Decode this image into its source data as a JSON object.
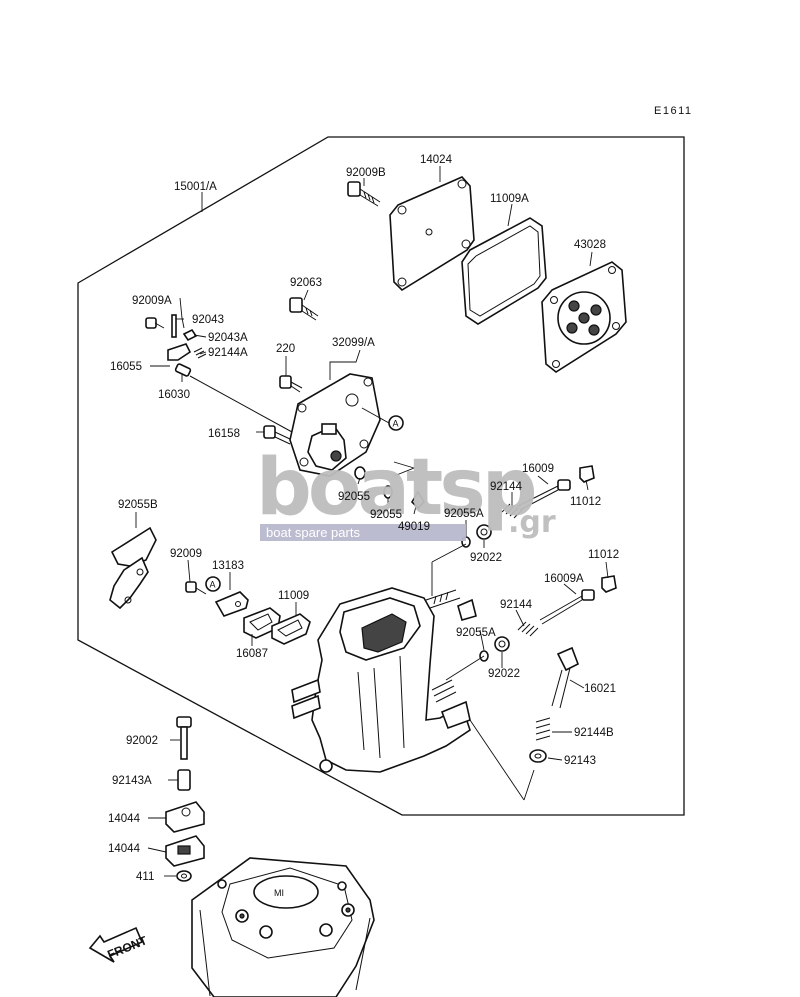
{
  "diagram_code": "E1611",
  "watermark": {
    "logo": "boatsp",
    "tld": ".gr",
    "tagline": "boat spare parts"
  },
  "front_label": "FRONT",
  "ref_marker": "A",
  "labels": {
    "p92009B": "92009B",
    "p14024": "14024",
    "p15001A": "15001/A",
    "p11009A": "11009A",
    "p43028": "43028",
    "p92063": "92063",
    "p92009A": "92009A",
    "p92043": "92043",
    "p92043A": "92043A",
    "p92144A": "92144A",
    "p16055": "16055",
    "p16030": "16030",
    "p220": "220",
    "p32099A": "32099/A",
    "p16158": "16158",
    "p92055": "92055",
    "p92055_2": "92055",
    "p49019": "49019",
    "p16009": "16009",
    "p92144": "92144",
    "p11012": "11012",
    "p92055A": "92055A",
    "p92022": "92022",
    "p92055B": "92055B",
    "p92009": "92009",
    "p13183": "13183",
    "p11009": "11009",
    "p16087": "16087",
    "p11012_2": "11012",
    "p16009A": "16009A",
    "p92144_2": "92144",
    "p92055A_2": "92055A",
    "p92022_2": "92022",
    "p16021": "16021",
    "p92144B": "92144B",
    "p92143": "92143",
    "p92002": "92002",
    "p92143A": "92143A",
    "p14044": "14044",
    "p14044_2": "14044",
    "p411": "411"
  }
}
